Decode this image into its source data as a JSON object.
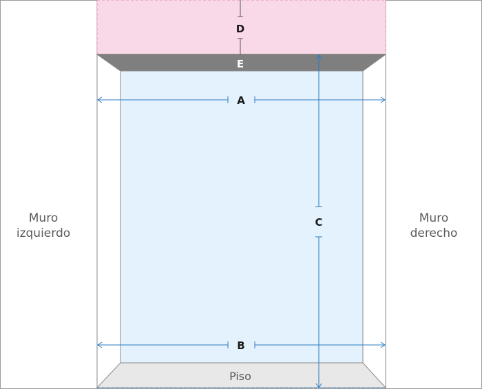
{
  "labels": {
    "left_wall_line1": "Muro",
    "left_wall_line2": "izquierdo",
    "right_wall_line1": "Muro",
    "right_wall_line2": "derecho",
    "floor": "Piso"
  },
  "dimensions": {
    "a": "A",
    "b": "B",
    "c": "C",
    "d": "D",
    "e": "E"
  },
  "colors": {
    "header_zone": "#f9d9e8",
    "header_border": "#d88aa8",
    "ceiling_band": "#7f7f7f",
    "opening": "#e4f2fd",
    "floor": "#e8e8e8",
    "dimension_line": "#2a7bbf",
    "outline": "#8a8a8a"
  }
}
